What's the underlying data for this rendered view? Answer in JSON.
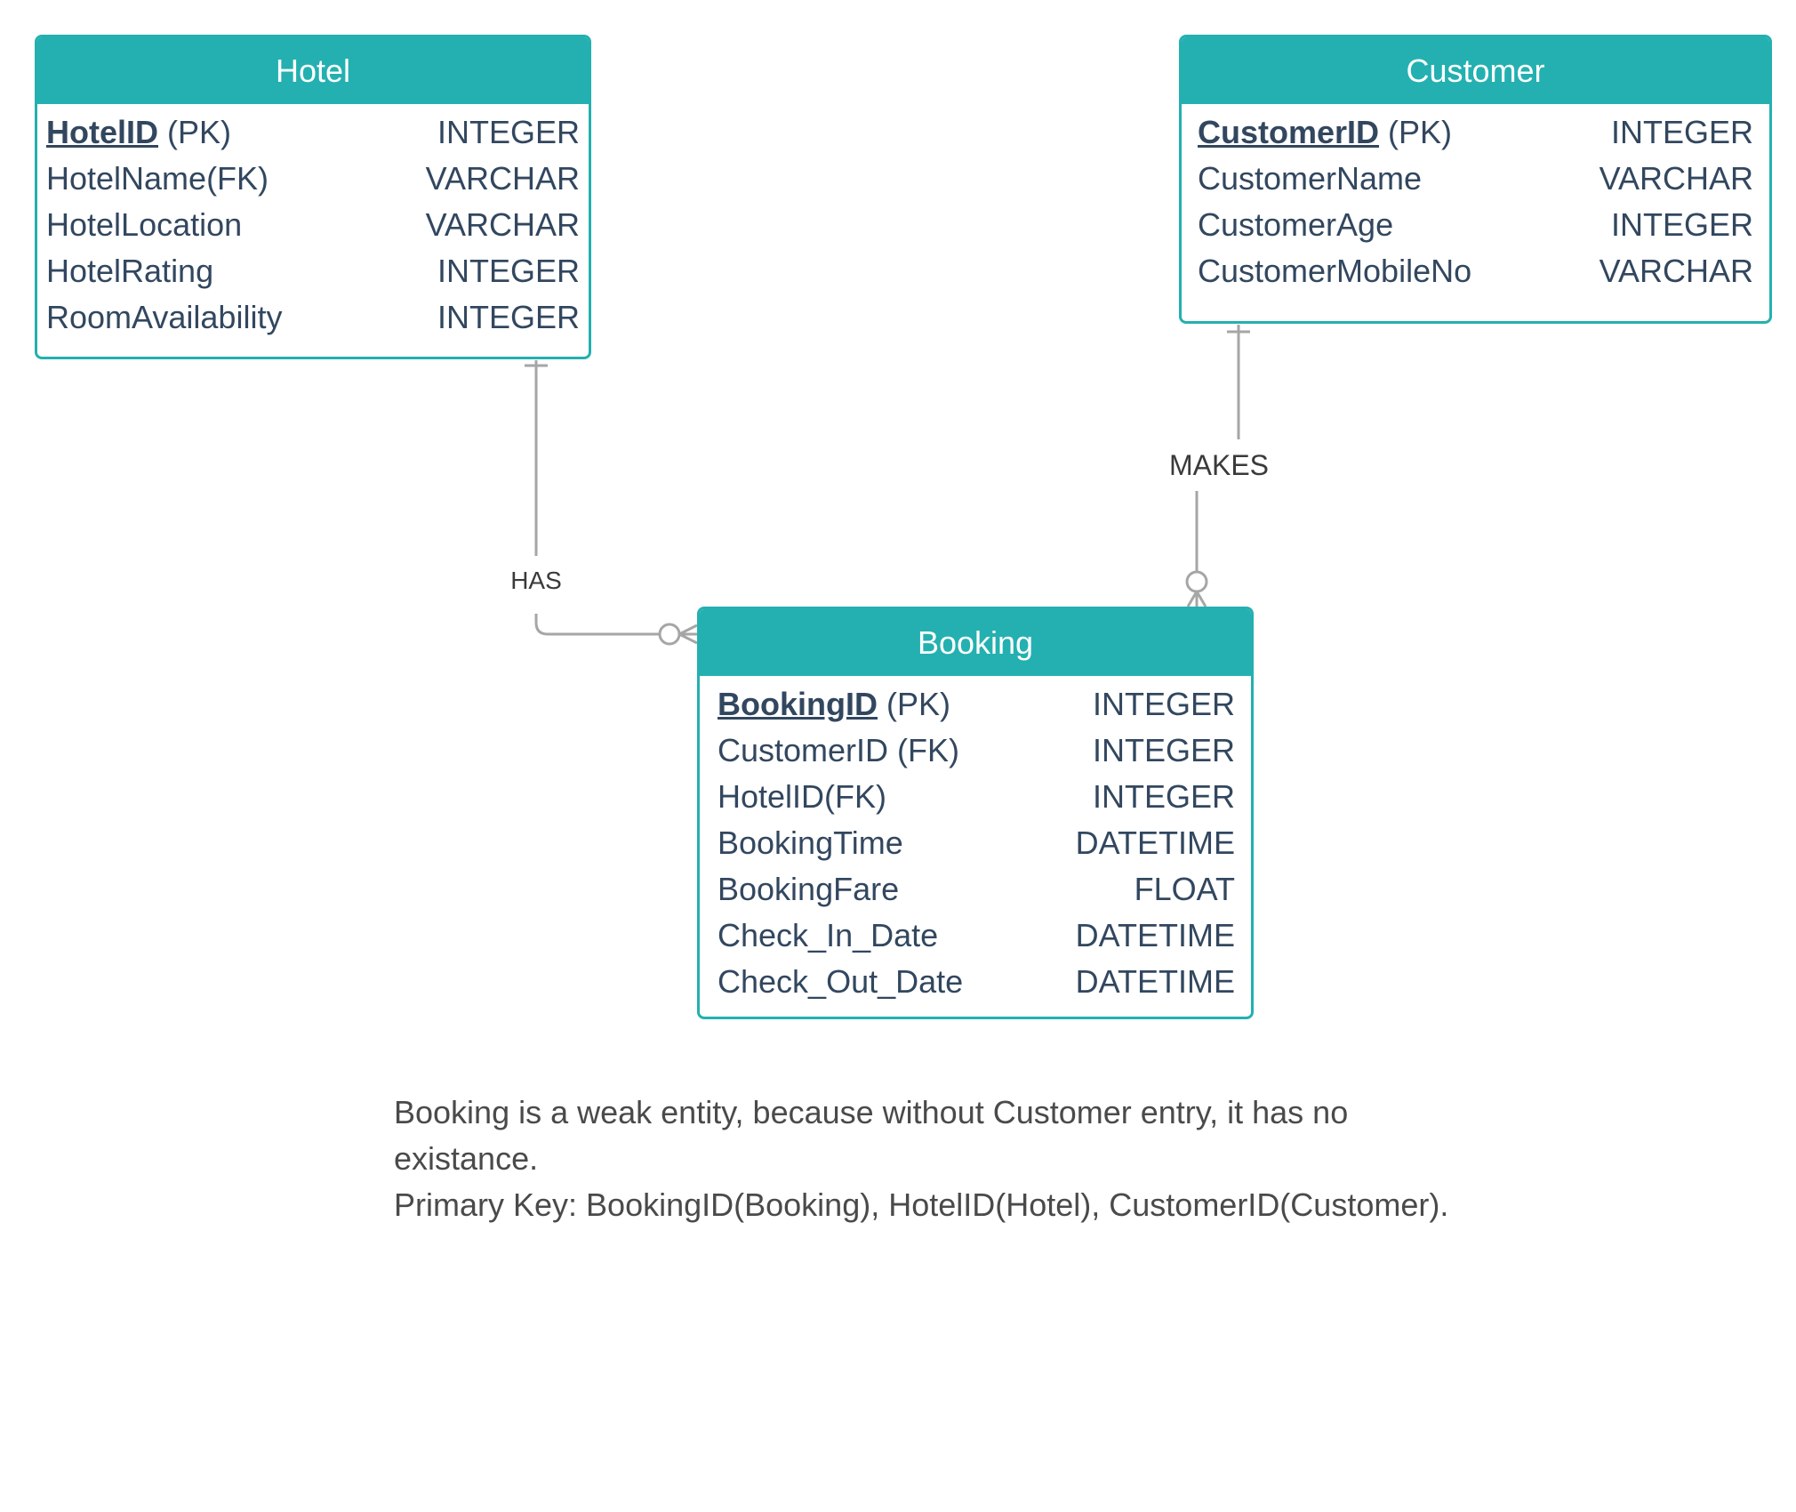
{
  "entities": {
    "hotel": {
      "title": "Hotel",
      "rows": [
        {
          "name": "HotelID",
          "suffix": " (PK)",
          "type": "INTEGER"
        },
        {
          "name": "HotelName(FK)",
          "suffix": "",
          "type": "VARCHAR"
        },
        {
          "name": "HotelLocation",
          "suffix": "",
          "type": "VARCHAR"
        },
        {
          "name": "HotelRating",
          "suffix": "",
          "type": "INTEGER"
        },
        {
          "name": "RoomAvailability",
          "suffix": "",
          "type": "INTEGER"
        }
      ]
    },
    "customer": {
      "title": "Customer",
      "rows": [
        {
          "name": "CustomerID",
          "suffix": " (PK)",
          "type": "INTEGER"
        },
        {
          "name": "CustomerName",
          "suffix": "",
          "type": "VARCHAR"
        },
        {
          "name": "CustomerAge",
          "suffix": "",
          "type": "INTEGER"
        },
        {
          "name": "CustomerMobileNo",
          "suffix": "",
          "type": "VARCHAR"
        }
      ]
    },
    "booking": {
      "title": "Booking",
      "rows": [
        {
          "name": "BookingID",
          "suffix": " (PK)",
          "type": "INTEGER"
        },
        {
          "name": "CustomerID (FK)",
          "suffix": "",
          "type": "INTEGER"
        },
        {
          "name": "HotelID(FK)",
          "suffix": "",
          "type": "INTEGER"
        },
        {
          "name": "BookingTime",
          "suffix": "",
          "type": "DATETIME"
        },
        {
          "name": "BookingFare",
          "suffix": "",
          "type": "FLOAT"
        },
        {
          "name": "Check_In_Date",
          "suffix": "",
          "type": "DATETIME"
        },
        {
          "name": "Check_Out_Date",
          "suffix": "",
          "type": "DATETIME"
        }
      ]
    }
  },
  "relationships": {
    "has": "HAS",
    "makes": "MAKES"
  },
  "note": {
    "line1": "Booking is a weak entity, because without Customer entry, it has no",
    "line2": "existance.",
    "line3": "Primary Key: BookingID(Booking), HotelID(Hotel), CustomerID(Customer)."
  },
  "colors": {
    "entity_accent": "#24b0b0",
    "field_text": "#32475f",
    "connector": "#a6a6a6"
  }
}
